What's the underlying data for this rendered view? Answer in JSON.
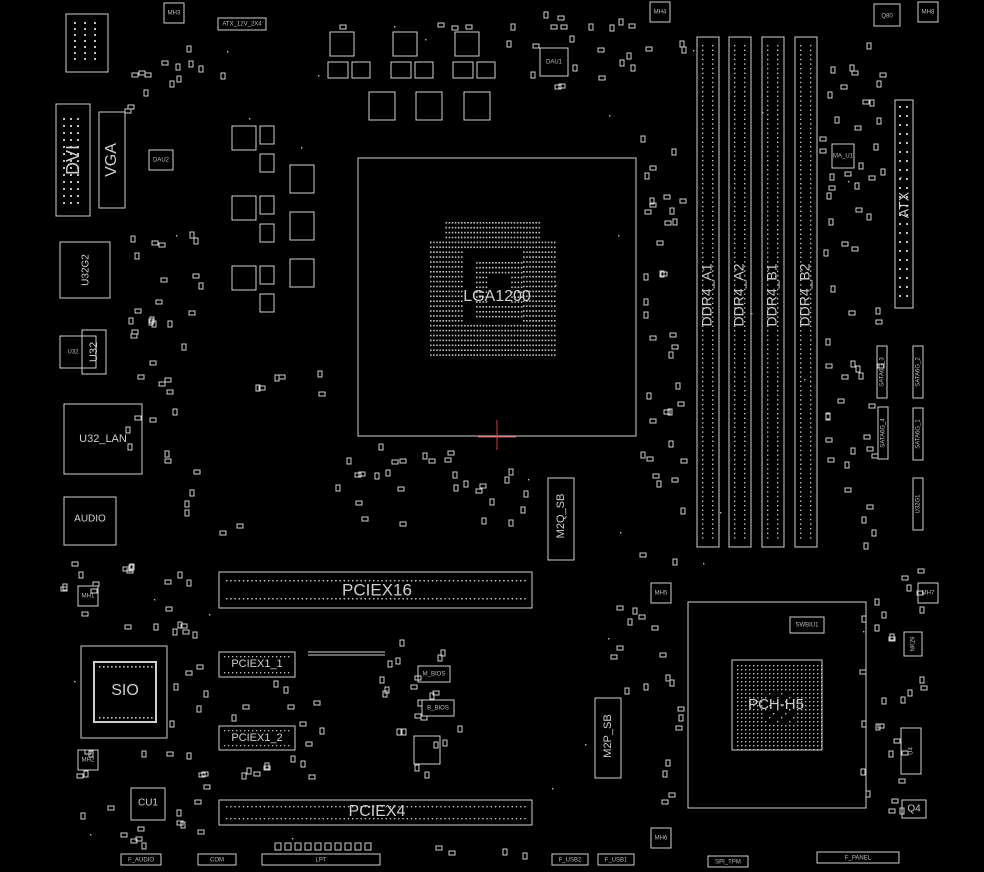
{
  "board": {
    "background": "#000000",
    "outline_color": "#cfcfcf",
    "accent_color": "#d04040"
  },
  "labels": {
    "cpu_socket": "LGA1200",
    "dimm_a1": "DDR4_A1",
    "dimm_a2": "DDR4_A2",
    "dimm_b1": "DDR4_B1",
    "dimm_b2": "DDR4_B2",
    "atx": "ATX",
    "dvi": "DVI",
    "vga": "VGA",
    "lan": "U32_LAN",
    "audio": "AUDIO",
    "sio": "SIO",
    "cu1": "CU1",
    "pch": "PCH-H5",
    "pciex16": "PCIEX16",
    "pciex4": "PCIEX4",
    "pciex1_1": "PCIEX1_1",
    "pciex1_2": "PCIEX1_2",
    "m2q": "M2Q_SB",
    "m2p": "M2P_SB",
    "u32g2": "U32G2",
    "u32": "U32",
    "q4": "Q4",
    "q80": "Q80",
    "f_audio": "F_AUDIO",
    "com": "COM",
    "lpt": "LPT",
    "f_usb2": "F_USB2",
    "f_usb1": "F_USB1",
    "spi_tpm": "SPI_TPM",
    "f_panel": "F_PANEL",
    "atx12v": "ATX_12V_2X4",
    "sata6g_3": "SATA6G_3",
    "sata6g_2": "SATA6G_2",
    "sata6g_4": "SATA6G_4",
    "sata6g_1": "SATA6G_1",
    "u32g1": "U32G1",
    "mh5": "MH5",
    "mh6": "MH6",
    "mh7": "MH7",
    "mh8": "MH8",
    "mh3": "MH3",
    "mh4": "MH4",
    "mh1": "MH1",
    "mh2": "MH2",
    "dau1": "DAU1",
    "dau2": "DAU2",
    "swbiu1": "SWBIU1",
    "m_bios": "M_BIOS",
    "b_bios": "B_BIOS",
    "nk29": "NK29",
    "u4": "U4",
    "ma_u1": "MA_U1"
  }
}
